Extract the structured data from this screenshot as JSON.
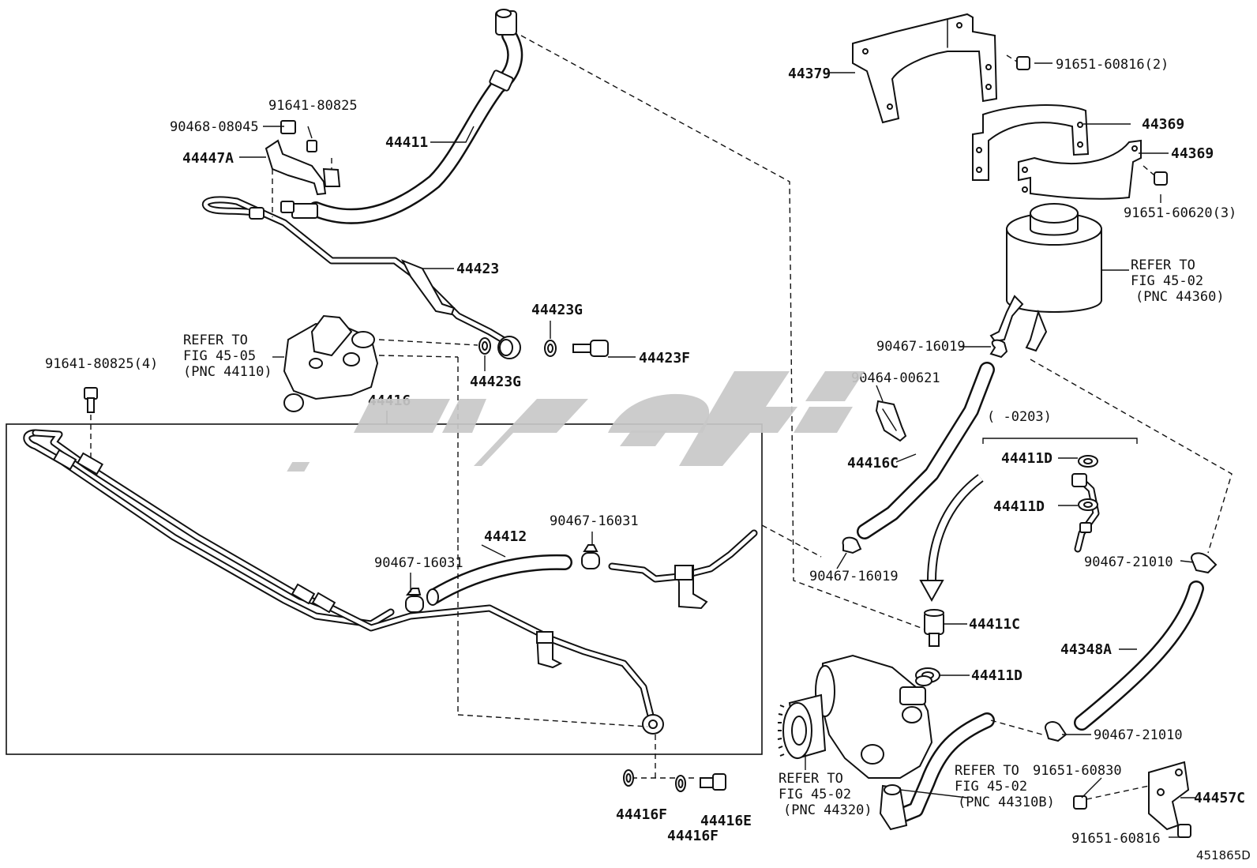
{
  "diagram": {
    "figure_id": "451865D",
    "watermark": "کوپه",
    "parts": {
      "p44379": "44379",
      "p91651_60816_2": "91651-60816(2)",
      "p44369_a": "44369",
      "p44369_b": "44369",
      "p91651_60620_3": "91651-60620(3)",
      "p91641_80825": "91641-80825",
      "p90468_08045": "90468-08045",
      "p44447A": "44447A",
      "p44411": "44411",
      "p44423": "44423",
      "p44423G_top": "44423G",
      "p44423G_bot": "44423G",
      "p44423F": "44423F",
      "p91641_80825_4": "91641-80825(4)",
      "p44416": "44416",
      "p44412": "44412",
      "p90467_16031_a": "90467-16031",
      "p90467_16031_b": "90467-16031",
      "p90467_16019_a": "90467-16019",
      "p90464_00621": "90464-00621",
      "p44416C": "44416C",
      "p90467_16019_b": "90467-16019",
      "p44411D_1": "44411D",
      "p44411D_2": "44411D",
      "p44411C": "44411C",
      "p44411D_3": "44411D",
      "p90467_21010_a": "90467-21010",
      "p44348A": "44348A",
      "p90467_21010_b": "90467-21010",
      "p91651_60830": "91651-60830",
      "p44457C": "44457C",
      "p91651_60816": "91651-60816",
      "p44416F_a": "44416F",
      "p44416F_b": "44416F",
      "p44416E": "44416E",
      "date_range": "(      -0203)"
    },
    "references": {
      "ref_45_05": {
        "l1": "REFER TO",
        "l2": "FIG 45-05",
        "l3": "(PNC 44110)"
      },
      "ref_45_02_res": {
        "l1": "REFER TO",
        "l2": "FIG 45-02",
        "l3": "(PNC 44360)"
      },
      "ref_45_02_pump": {
        "l1": "REFER TO",
        "l2": "FIG 45-02",
        "l3": "(PNC 44320)"
      },
      "ref_45_02_pipe": {
        "l1": "REFER TO",
        "l2": "FIG 45-02",
        "l3": "(PNC 44310B)"
      }
    }
  }
}
